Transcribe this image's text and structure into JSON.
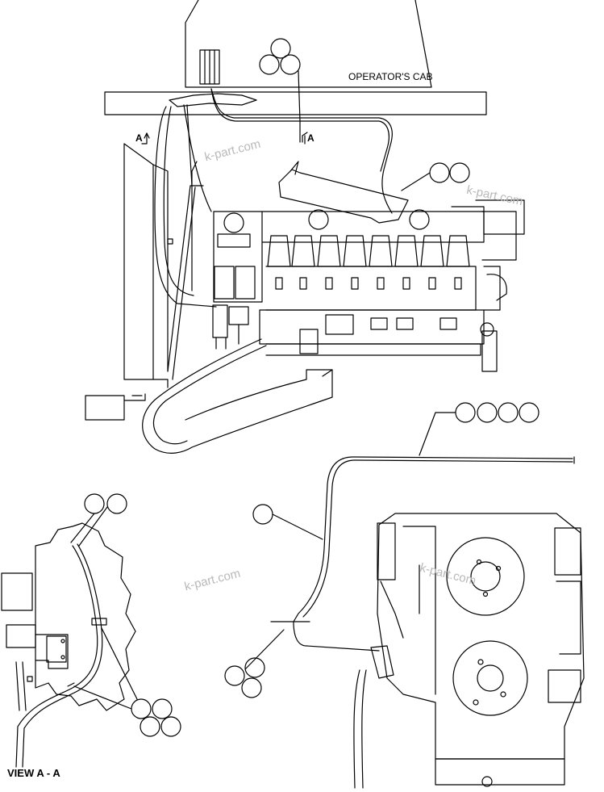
{
  "labels": {
    "cab": "OPERATOR'S CAB",
    "section_a_left": "A",
    "section_a_right": "A",
    "view": "VIEW A - A"
  },
  "watermark": "k-part.com"
}
